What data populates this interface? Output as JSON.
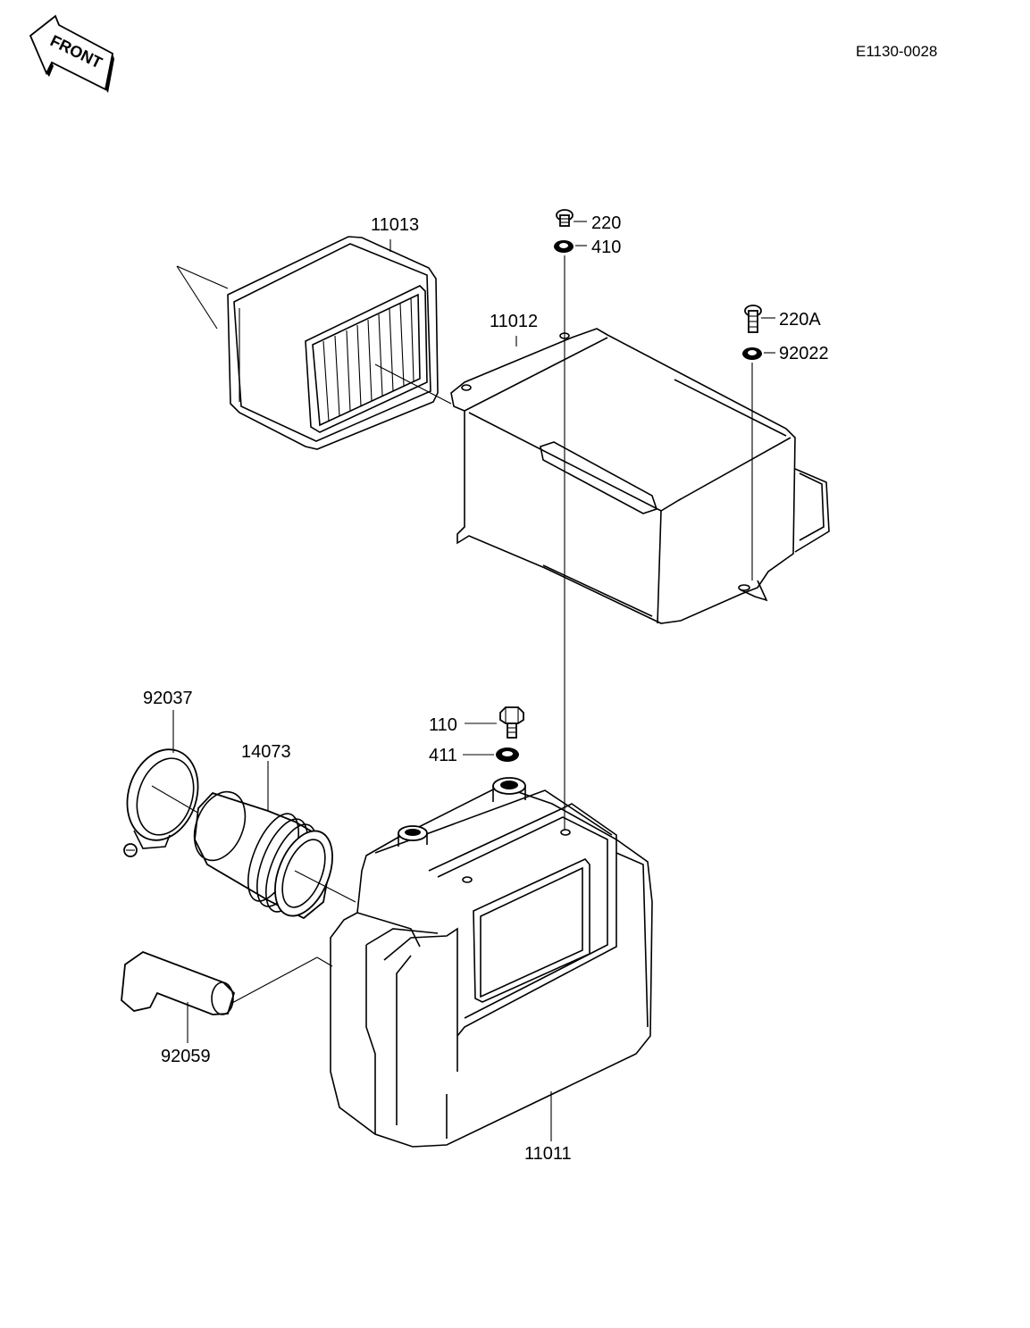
{
  "document_code": "E1130-0028",
  "front_badge": "FRONT",
  "parts": {
    "p11013": "11013",
    "p220": "220",
    "p410": "410",
    "p11012": "11012",
    "p220A": "220A",
    "p92022": "92022",
    "p92037": "92037",
    "p14073": "14073",
    "p110": "110",
    "p411": "411",
    "p92059": "92059",
    "p11011": "11011"
  }
}
